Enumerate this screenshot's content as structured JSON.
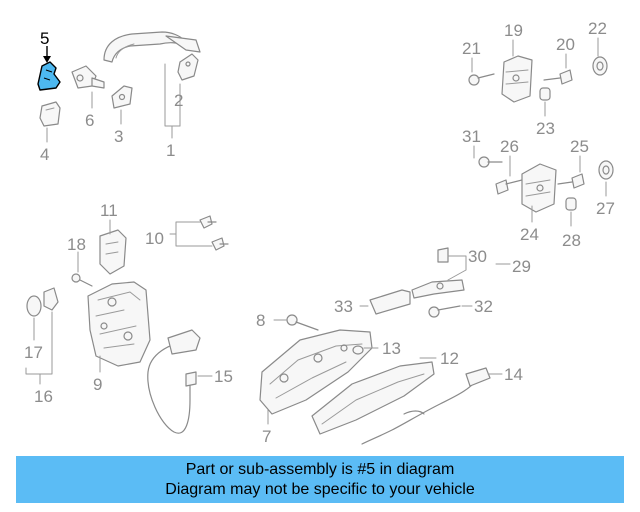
{
  "highlight_color": "#4db8f0",
  "banner_color": "#5bbcf5",
  "callouts": {
    "c1": "1",
    "c2": "2",
    "c3": "3",
    "c4": "4",
    "c5": "5",
    "c6": "6",
    "c7": "7",
    "c8": "8",
    "c9": "9",
    "c10": "10",
    "c11": "11",
    "c12": "12",
    "c13": "13",
    "c14": "14",
    "c15": "15",
    "c16": "16",
    "c17": "17",
    "c18": "18",
    "c19": "19",
    "c20": "20",
    "c21": "21",
    "c22": "22",
    "c23": "23",
    "c24": "24",
    "c25": "25",
    "c26": "26",
    "c27": "27",
    "c28": "28",
    "c29": "29",
    "c30": "30",
    "c31": "31",
    "c32": "32",
    "c33": "33"
  },
  "banner": {
    "line1": "Part or sub-assembly is #5 in diagram",
    "line2": "Diagram may not be specific to your vehicle"
  }
}
